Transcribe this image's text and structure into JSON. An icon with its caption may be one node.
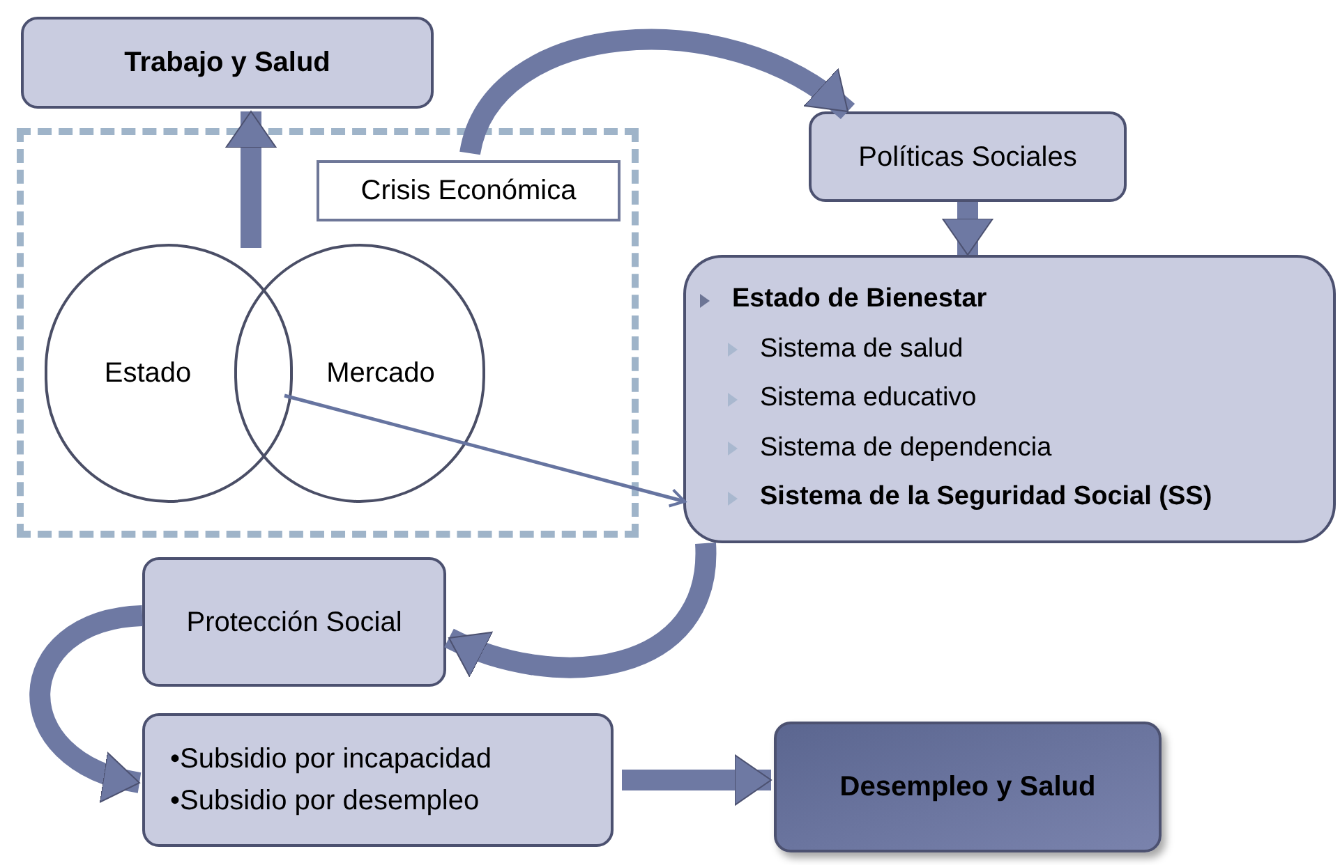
{
  "diagram": {
    "nodes": [
      {
        "text": [
          "Trabajo y Salud"
        ]
      },
      {
        "text": [],
        "shape": "box"
      },
      {
        "text": [
          "Crisis Económica"
        ],
        "in": 1
      },
      {
        "text": [
          "Estado"
        ],
        "in": 1
      },
      {
        "text": [
          "Mercado"
        ],
        "in": 1
      },
      {
        "text": [
          "Políticas Sociales"
        ]
      },
      {
        "text": [
          "Estado de Bienestar",
          "Sistema de salud",
          "Sistema educativo",
          "Sistema de dependencia",
          "Sistema de la Seguridad Social (SS)"
        ]
      },
      {
        "text": [
          "Protección Social"
        ]
      },
      {
        "text": [
          "•Subsidio por incapacidad",
          "•Subsidio por desempleo"
        ]
      },
      {
        "text": [
          "Desempleo y Salud"
        ]
      }
    ],
    "edges": [
      {
        "from": 3,
        "to": 0,
        "arrow": "to"
      },
      {
        "from": 2,
        "to": 5,
        "arrow": "to"
      },
      {
        "from": 5,
        "to": 6,
        "arrow": "to"
      },
      {
        "from": 4,
        "to": 6,
        "arrow": "to"
      },
      {
        "from": 6,
        "to": 7,
        "arrow": "to"
      },
      {
        "from": 7,
        "to": 8,
        "arrow": "to"
      },
      {
        "from": 8,
        "to": 9,
        "arrow": "to"
      }
    ]
  }
}
